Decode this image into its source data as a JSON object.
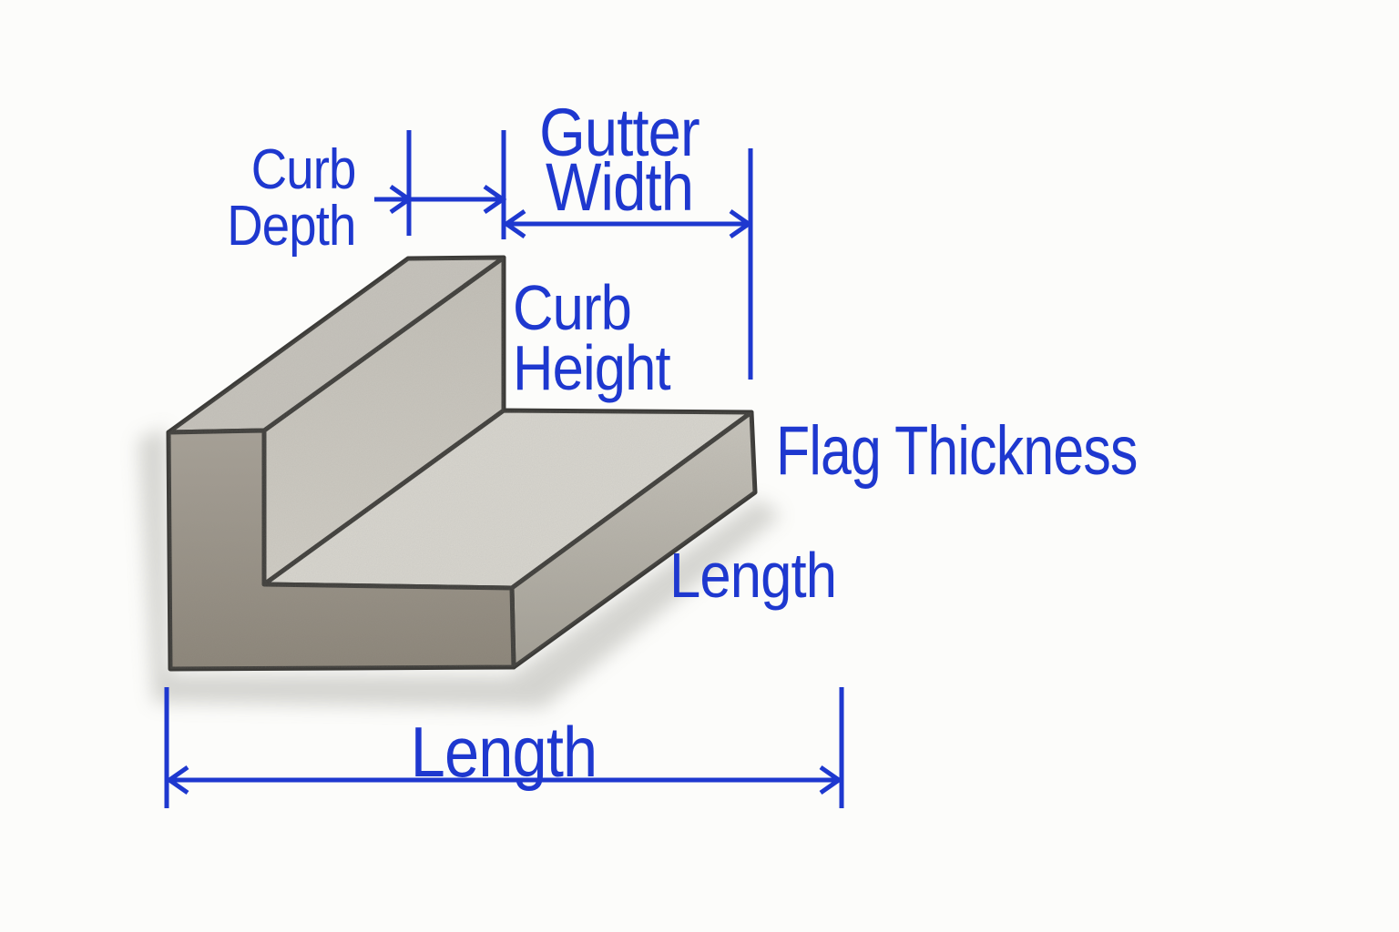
{
  "colors": {
    "accent_blue": "#1e38cf",
    "background": "#fcfcfa",
    "edge_dark": "#3c3b38",
    "curb_top_face": "#c6c3bc",
    "curb_inner_face_top": "#c2bfb7",
    "curb_inner_face_bottom": "#d0cdc5",
    "flag_top_face": "#d8d6cf",
    "flag_side_face_top": "#c8c5bd",
    "flag_side_face_bottom": "#a29e94",
    "front_face_top": "#a6a096",
    "front_face_bottom": "#8a8377",
    "shadow": "#9a9a93"
  },
  "labels": {
    "curb_depth_line1": "Curb",
    "curb_depth_line2": "Depth",
    "gutter_width_line1": "Gutter",
    "gutter_width_line2": "Width",
    "curb_height_line1": "Curb",
    "curb_height_line2": "Height",
    "flag_thickness": "Flag Thickness",
    "length_side": "Length",
    "length_bottom": "Length"
  }
}
